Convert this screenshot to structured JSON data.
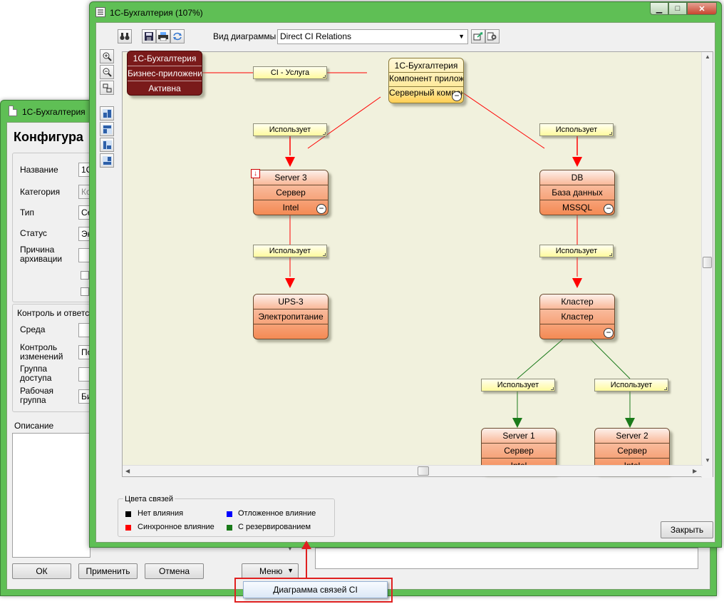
{
  "back_window": {
    "title": "1С-Бухгалтерия",
    "section_title": "Конфигура",
    "fields": [
      {
        "label": "Название",
        "value": "1С"
      },
      {
        "label": "Категория",
        "value": "Ко"
      },
      {
        "label": "Тип",
        "value": "Се"
      },
      {
        "label": "Статус",
        "value": "Эк"
      },
      {
        "label": "Причина архивации",
        "value": ""
      }
    ],
    "control_group_title": "Контроль и ответст",
    "control_fields": [
      {
        "label": "Среда",
        "value": ""
      },
      {
        "label": "Контроль изменений",
        "value": "По"
      },
      {
        "label": "Группа доступа",
        "value": ""
      },
      {
        "label": "Рабочая группа",
        "value": "Би"
      }
    ],
    "description_label": "Описание",
    "buttons": {
      "ok": "ОК",
      "apply": "Применить",
      "cancel": "Отмена",
      "menu": "Меню"
    },
    "context_menu_item": "Диаграмма связей CI"
  },
  "front_window": {
    "title": "1С-Бухгалтерия (107%)",
    "window_buttons": {
      "minimize": "▁",
      "maximize": "□",
      "close": "✕"
    },
    "toolbar": {
      "diagram_type_label": "Вид диаграммы",
      "diagram_type_value": "Direct CI Relations"
    },
    "diagram": {
      "nodes": {
        "service": [
          "1С-Бухгалтерия",
          "Бизнес-приложения",
          "Активна"
        ],
        "component": [
          "1С-Бухгалтерия",
          "Компонент приложения",
          "Серверный компонент"
        ],
        "server3": [
          "Server 3",
          "Сервер",
          "Intel"
        ],
        "db": [
          "DB",
          "База данных",
          "MSSQL"
        ],
        "ups": [
          "UPS-3",
          "Электропитание",
          ""
        ],
        "cluster": [
          "Кластер",
          "Кластер",
          ""
        ],
        "server1": [
          "Server 1",
          "Сервер",
          "Intel"
        ],
        "server2": [
          "Server 2",
          "Сервер",
          "Intel"
        ]
      },
      "relation_labels": {
        "ci_service": "CI - Услуга",
        "uses": "Использует"
      }
    },
    "legend": {
      "title": "Цвета связей",
      "items": [
        {
          "text": "Нет влияния",
          "color": "#000000"
        },
        {
          "text": "Синхронное влияние",
          "color": "#ff0000"
        },
        {
          "text": "Отложенное влияние",
          "color": "#0000ff"
        },
        {
          "text": "С резервированием",
          "color": "#1a7a1a"
        }
      ]
    },
    "close_button": "Закрыть"
  },
  "colors": {
    "window_frame": "#5fbf55",
    "sync_link": "#ff0000",
    "redundant_link": "#1a7a1a",
    "callout": "#e02020"
  }
}
